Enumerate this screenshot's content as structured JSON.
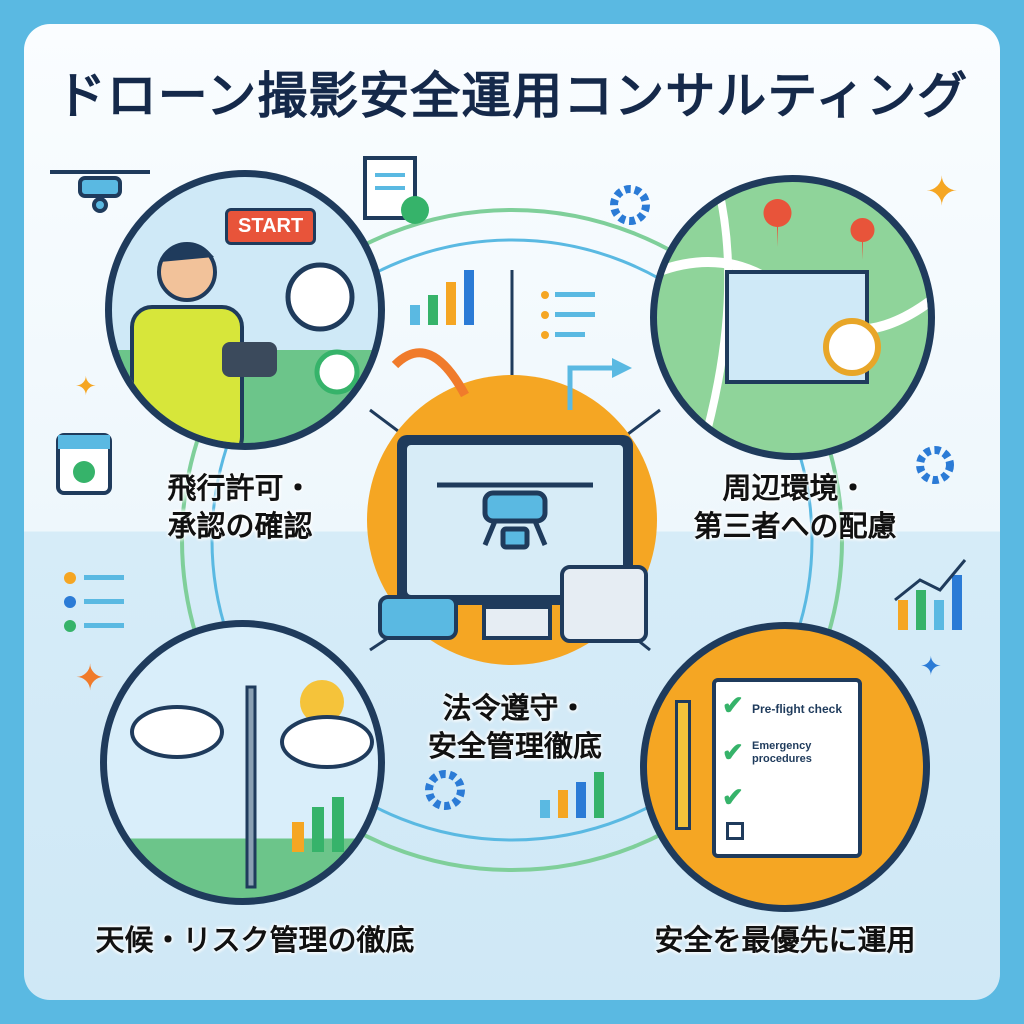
{
  "title": "ドローン撮影安全運用コンサルティング",
  "sections": {
    "permit": {
      "line1": "飛行許可・",
      "line2": "承認の確認",
      "badge": "START"
    },
    "environment": {
      "line1": "周辺環境・",
      "line2": "第三者への配慮"
    },
    "compliance": {
      "line1": "法令遵守・",
      "line2": "安全管理徹底"
    },
    "weather": {
      "label": "天候・リスク管理の徹底"
    },
    "safety": {
      "label": "安全を最優先に運用",
      "checklist": [
        "Pre-flight check",
        "Emergency procedures"
      ]
    }
  },
  "colors": {
    "border": "#5ab9e2",
    "navy": "#1f3b5c",
    "orange": "#f5a623",
    "green": "#36b36a"
  }
}
